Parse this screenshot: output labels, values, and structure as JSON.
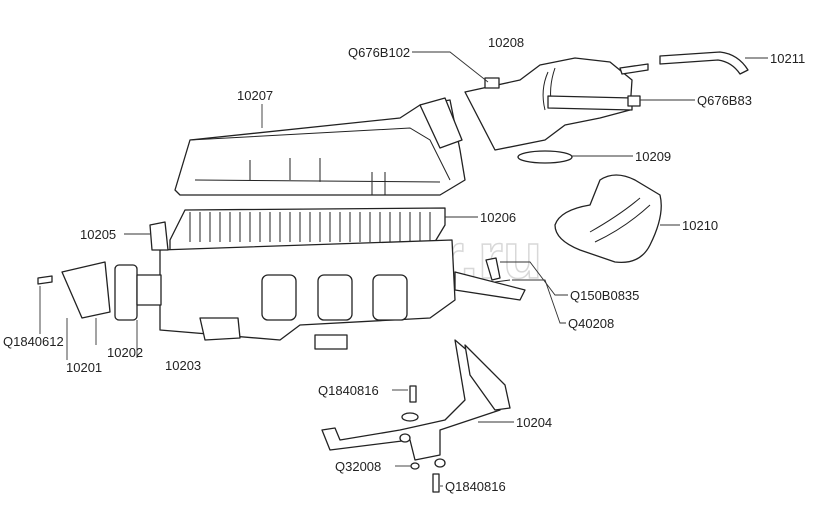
{
  "diagram": {
    "watermark": "autopiter.ru",
    "labels": {
      "q676b102": "Q676B102",
      "p10208": "10208",
      "p10211": "10211",
      "p10207": "10207",
      "q676b83": "Q676B83",
      "p10209": "10209",
      "p10206": "10206",
      "p10205": "10205",
      "p10210": "10210",
      "q150b0835": "Q150B0835",
      "q40208": "Q40208",
      "q1840612": "Q1840612",
      "p10202": "10202",
      "p10201": "10201",
      "p10203": "10203",
      "q1840816_top": "Q1840816",
      "p10204": "10204",
      "q32008": "Q32008",
      "q1840816_bottom": "Q1840816"
    }
  }
}
